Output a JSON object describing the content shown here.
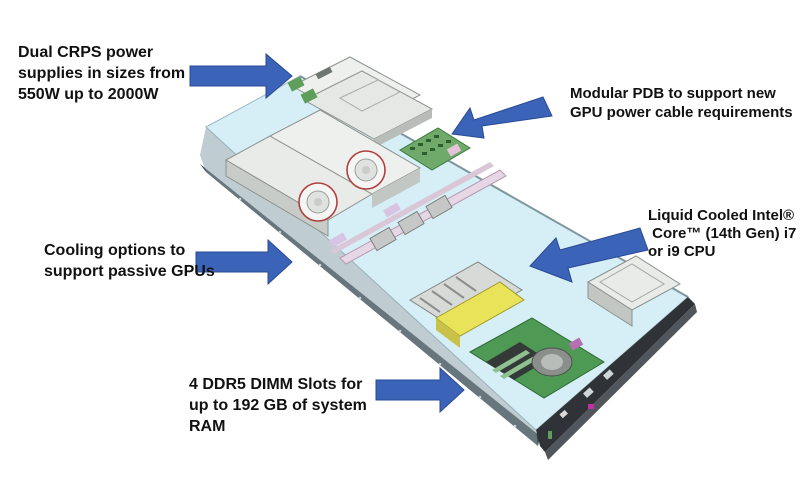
{
  "callouts": {
    "power_supplies": {
      "lines": [
        "Dual CRPS power",
        "supplies in sizes from",
        "550W up to 2000W"
      ]
    },
    "pdb": {
      "lines": [
        "Modular PDB to support new",
        "GPU power cable requirements"
      ]
    },
    "cpu": {
      "lines": [
        "Liquid Cooled Intel®",
        " Core™ (14th Gen) i7",
        "or i9 CPU"
      ]
    },
    "cooling": {
      "lines": [
        "Cooling options to",
        "support passive GPUs"
      ]
    },
    "dimm": {
      "lines": [
        "4 DDR5 DIMM Slots for",
        "up to 192 GB of system",
        "RAM"
      ]
    }
  },
  "colors": {
    "arrow_fill": "#3b63b8",
    "arrow_stroke": "#2a4a94",
    "chassis_floor": "#d6eef6",
    "chassis_rail": "#3d4145",
    "gpu_shroud": "#e9ebe8",
    "pdb_board": "#6faa6a",
    "fan_block": "#e9e35a",
    "motherboard": "#4e9a55"
  }
}
